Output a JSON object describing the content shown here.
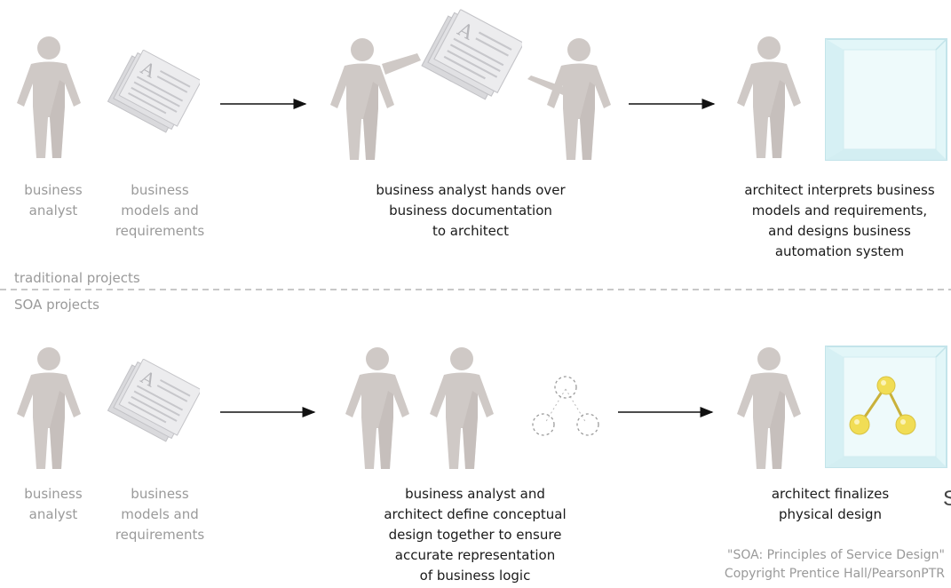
{
  "traditional": {
    "section_label": "traditional projects",
    "analyst_label": "business\nanalyst",
    "docs_label": "business\nmodels and\nrequirements",
    "handover_caption": "business analyst hands over\nbusiness documentation\nto architect",
    "architect_caption": "architect interprets business\nmodels and requirements,\nand designs business\nautomation system"
  },
  "soa": {
    "section_label": "SOA projects",
    "analyst_label": "business\nanalyst",
    "docs_label": "business\nmodels and\nrequirements",
    "collab_caption": "business analyst and\narchitect define conceptual\ndesign together to ensure\naccurate representation\nof business logic",
    "architect_caption": "architect finalizes\nphysical design"
  },
  "credit": "\"SOA: Principles of Service Design\"\nCopyright Prentice Hall/PearsonPTR",
  "stray_glyph": "S",
  "colors": {
    "figure": "#cfc9c6",
    "figure_shade": "#bdb6b2",
    "paper": "#e6e6e8",
    "arrow": "#111111",
    "cube": "#cfeef2",
    "node": "#f1dd55",
    "divider": "#b5b5b5"
  }
}
